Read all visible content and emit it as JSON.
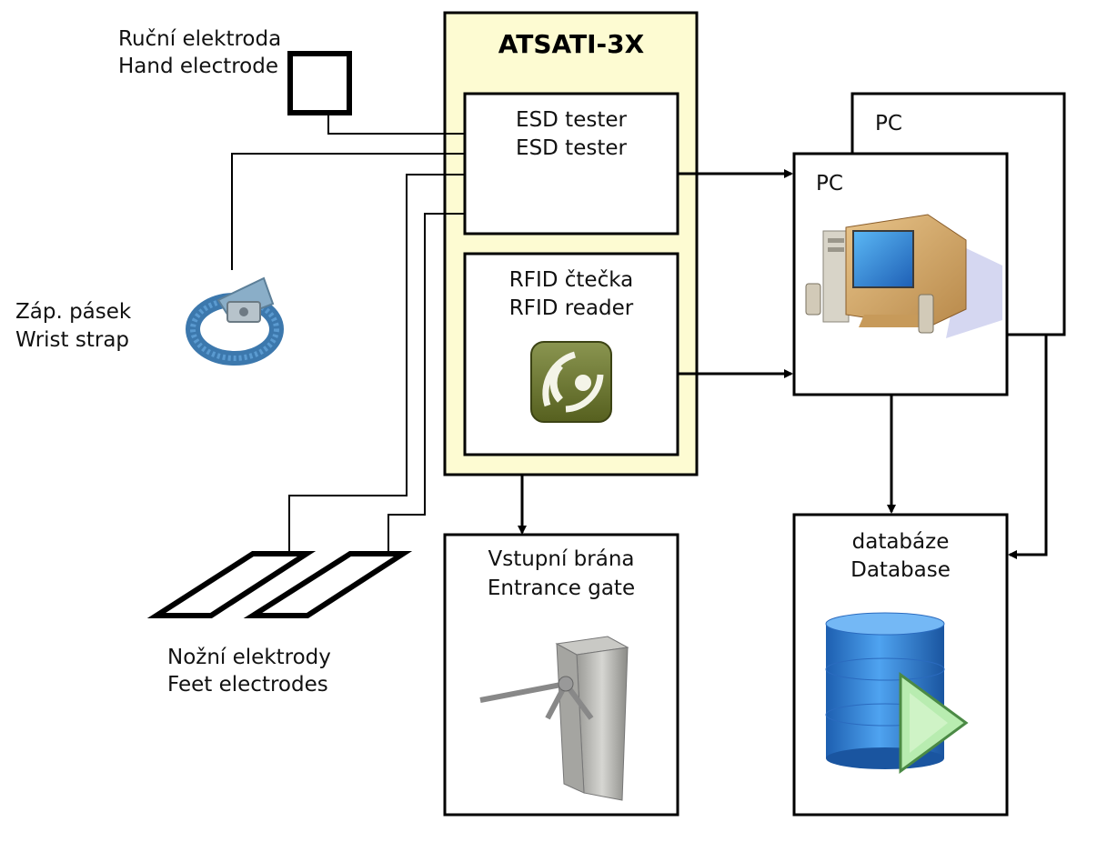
{
  "main_device": {
    "title": "ATSATI-3X",
    "esd_tester": {
      "line1": "ESD tester",
      "line2": "ESD tester"
    },
    "rfid_reader": {
      "line1": "RFID čtečka",
      "line2": "RFID reader",
      "icon": "rfid-icon"
    }
  },
  "hand_electrode": {
    "line1": "Ruční elektroda",
    "line2": "Hand electrode"
  },
  "wrist_strap": {
    "line1": "Záp. pásek",
    "line2": "Wrist strap",
    "icon": "wrist-strap-icon"
  },
  "feet_electrodes": {
    "line1": "Nožní elektrody",
    "line2": "Feet electrodes"
  },
  "entrance_gate": {
    "line1": "Vstupní brána",
    "line2": "Entrance gate",
    "icon": "turnstile-icon"
  },
  "pc_back": {
    "label": "PC"
  },
  "pc_front": {
    "label": "PC",
    "icon": "computer-icon"
  },
  "database": {
    "line1": "databáze",
    "line2": "Database",
    "icon": "database-icon"
  },
  "colors": {
    "main_fill": "#fdfbd2",
    "rfid_green": "#6f7a36",
    "db_blue": "#2e82d8"
  }
}
